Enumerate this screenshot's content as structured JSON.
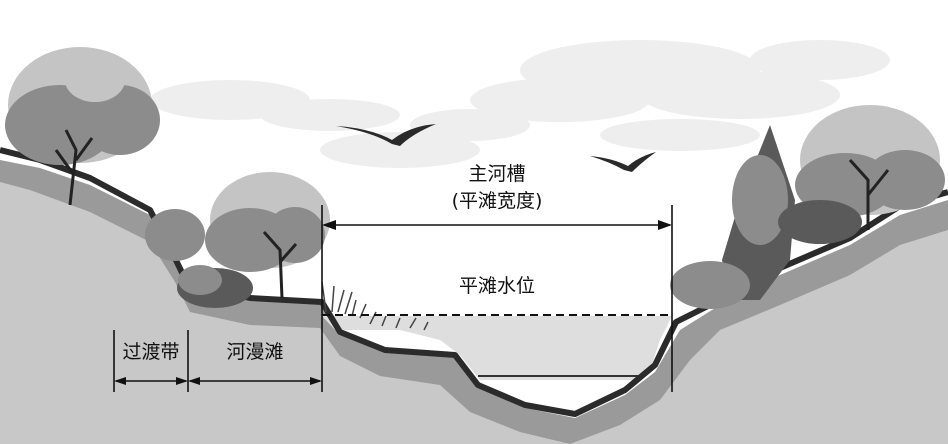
{
  "labels": {
    "main_channel": "主河槽",
    "main_channel_sub": "(平滩宽度)",
    "bankfull_level": "平滩水位",
    "transition_zone": "过渡带",
    "floodplain": "河漫滩"
  },
  "colors": {
    "ink": "#111111",
    "ground_dark": "#2b2b2b",
    "ground_mid": "#9a9a9a",
    "ground_light": "#c8c8c8",
    "water": "#dedede",
    "foliage_light": "#c4c4c4",
    "foliage_mid": "#8c8c8c",
    "foliage_dark": "#5a5a5a",
    "cloud": "#eeeeee"
  }
}
